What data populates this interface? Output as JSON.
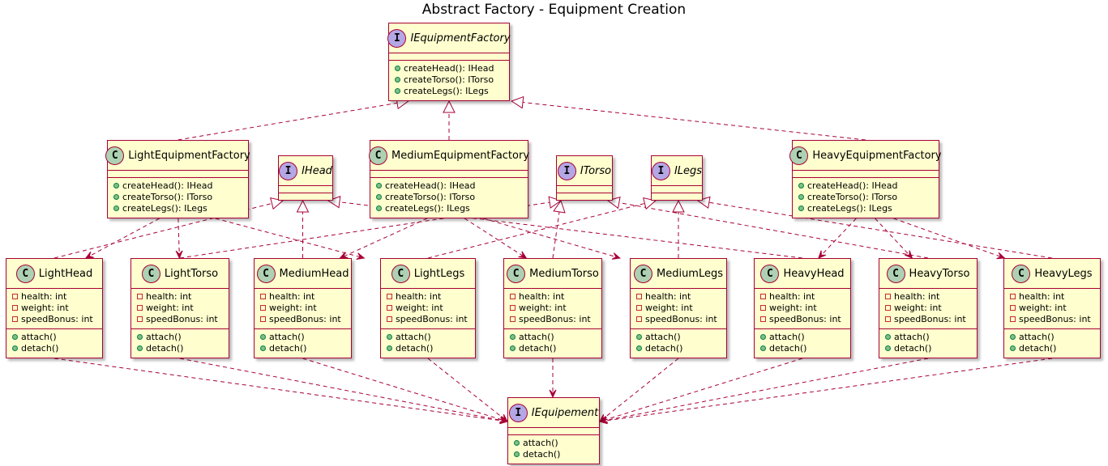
{
  "title": "Abstract Factory - Equipment Creation",
  "colors": {
    "class_background": "#FEFECE",
    "border": "#A80036",
    "class_badge": "#ADD1B2",
    "interface_badge": "#B4A7E5"
  },
  "nodes": {
    "IEquipmentFactory": {
      "name": "IEquipmentFactory",
      "kind": "interface",
      "attrs": [],
      "methods": [
        "createHead(): IHead",
        "createTorso(): ITorso",
        "createLegs(): ILegs"
      ]
    },
    "LightEquipmentFactory": {
      "name": "LightEquipmentFactory",
      "kind": "class",
      "attrs": [],
      "methods": [
        "createHead(): IHead",
        "createTorso(): ITorso",
        "createLegs(): ILegs"
      ]
    },
    "MediumEquipmentFactory": {
      "name": "MediumEquipmentFactory",
      "kind": "class",
      "attrs": [],
      "methods": [
        "createHead(): IHead",
        "createTorso(): ITorso",
        "createLegs(): ILegs"
      ]
    },
    "HeavyEquipmentFactory": {
      "name": "HeavyEquipmentFactory",
      "kind": "class",
      "attrs": [],
      "methods": [
        "createHead(): IHead",
        "createTorso(): ITorso",
        "createLegs(): ILegs"
      ]
    },
    "IHead": {
      "name": "IHead",
      "kind": "interface",
      "attrs": [],
      "methods": []
    },
    "ITorso": {
      "name": "ITorso",
      "kind": "interface",
      "attrs": [],
      "methods": []
    },
    "ILegs": {
      "name": "ILegs",
      "kind": "interface",
      "attrs": [],
      "methods": []
    },
    "LightHead": {
      "name": "LightHead",
      "kind": "class",
      "attrs": [
        "health: int",
        "weight: int",
        "speedBonus: int"
      ],
      "methods": [
        "attach()",
        "detach()"
      ]
    },
    "LightTorso": {
      "name": "LightTorso",
      "kind": "class",
      "attrs": [
        "health: int",
        "weight: int",
        "speedBonus: int"
      ],
      "methods": [
        "attach()",
        "detach()"
      ]
    },
    "MediumHead": {
      "name": "MediumHead",
      "kind": "class",
      "attrs": [
        "health: int",
        "weight: int",
        "speedBonus: int"
      ],
      "methods": [
        "attach()",
        "detach()"
      ]
    },
    "LightLegs": {
      "name": "LightLegs",
      "kind": "class",
      "attrs": [
        "health: int",
        "weight: int",
        "speedBonus: int"
      ],
      "methods": [
        "attach()",
        "detach()"
      ]
    },
    "MediumTorso": {
      "name": "MediumTorso",
      "kind": "class",
      "attrs": [
        "health: int",
        "weight: int",
        "speedBonus: int"
      ],
      "methods": [
        "attach()",
        "detach()"
      ]
    },
    "MediumLegs": {
      "name": "MediumLegs",
      "kind": "class",
      "attrs": [
        "health: int",
        "weight: int",
        "speedBonus: int"
      ],
      "methods": [
        "attach()",
        "detach()"
      ]
    },
    "HeavyHead": {
      "name": "HeavyHead",
      "kind": "class",
      "attrs": [
        "health: int",
        "weight: int",
        "speedBonus: int"
      ],
      "methods": [
        "attach()",
        "detach()"
      ]
    },
    "HeavyTorso": {
      "name": "HeavyTorso",
      "kind": "class",
      "attrs": [
        "health: int",
        "weight: int",
        "speedBonus: int"
      ],
      "methods": [
        "attach()",
        "detach()"
      ]
    },
    "HeavyLegs": {
      "name": "HeavyLegs",
      "kind": "class",
      "attrs": [
        "health: int",
        "weight: int",
        "speedBonus: int"
      ],
      "methods": [
        "attach()",
        "detach()"
      ]
    },
    "IEquipement": {
      "name": "IEquipement",
      "kind": "interface",
      "attrs": [],
      "methods": [
        "attach()",
        "detach()"
      ]
    }
  },
  "edges": [
    {
      "from": "LightEquipmentFactory",
      "to": "IEquipmentFactory",
      "type": "realization"
    },
    {
      "from": "MediumEquipmentFactory",
      "to": "IEquipmentFactory",
      "type": "realization"
    },
    {
      "from": "HeavyEquipmentFactory",
      "to": "IEquipmentFactory",
      "type": "realization"
    },
    {
      "from": "LightEquipmentFactory",
      "to": "LightHead",
      "type": "dependency"
    },
    {
      "from": "LightEquipmentFactory",
      "to": "LightTorso",
      "type": "dependency"
    },
    {
      "from": "LightEquipmentFactory",
      "to": "LightLegs",
      "type": "dependency"
    },
    {
      "from": "MediumEquipmentFactory",
      "to": "MediumHead",
      "type": "dependency"
    },
    {
      "from": "MediumEquipmentFactory",
      "to": "MediumTorso",
      "type": "dependency"
    },
    {
      "from": "MediumEquipmentFactory",
      "to": "MediumLegs",
      "type": "dependency"
    },
    {
      "from": "HeavyEquipmentFactory",
      "to": "HeavyHead",
      "type": "dependency"
    },
    {
      "from": "HeavyEquipmentFactory",
      "to": "HeavyTorso",
      "type": "dependency"
    },
    {
      "from": "HeavyEquipmentFactory",
      "to": "HeavyLegs",
      "type": "dependency"
    },
    {
      "from": "LightHead",
      "to": "IHead",
      "type": "realization"
    },
    {
      "from": "MediumHead",
      "to": "IHead",
      "type": "realization"
    },
    {
      "from": "HeavyHead",
      "to": "IHead",
      "type": "realization"
    },
    {
      "from": "LightTorso",
      "to": "ITorso",
      "type": "realization"
    },
    {
      "from": "MediumTorso",
      "to": "ITorso",
      "type": "realization"
    },
    {
      "from": "HeavyTorso",
      "to": "ITorso",
      "type": "realization"
    },
    {
      "from": "LightLegs",
      "to": "ILegs",
      "type": "realization"
    },
    {
      "from": "MediumLegs",
      "to": "ILegs",
      "type": "realization"
    },
    {
      "from": "HeavyLegs",
      "to": "ILegs",
      "type": "realization"
    },
    {
      "from": "LightHead",
      "to": "IEquipement",
      "type": "dependency"
    },
    {
      "from": "LightTorso",
      "to": "IEquipement",
      "type": "dependency"
    },
    {
      "from": "MediumHead",
      "to": "IEquipement",
      "type": "dependency"
    },
    {
      "from": "LightLegs",
      "to": "IEquipement",
      "type": "dependency"
    },
    {
      "from": "MediumTorso",
      "to": "IEquipement",
      "type": "dependency"
    },
    {
      "from": "MediumLegs",
      "to": "IEquipement",
      "type": "dependency"
    },
    {
      "from": "HeavyHead",
      "to": "IEquipement",
      "type": "dependency"
    },
    {
      "from": "HeavyTorso",
      "to": "IEquipement",
      "type": "dependency"
    },
    {
      "from": "HeavyLegs",
      "to": "IEquipement",
      "type": "dependency"
    }
  ]
}
